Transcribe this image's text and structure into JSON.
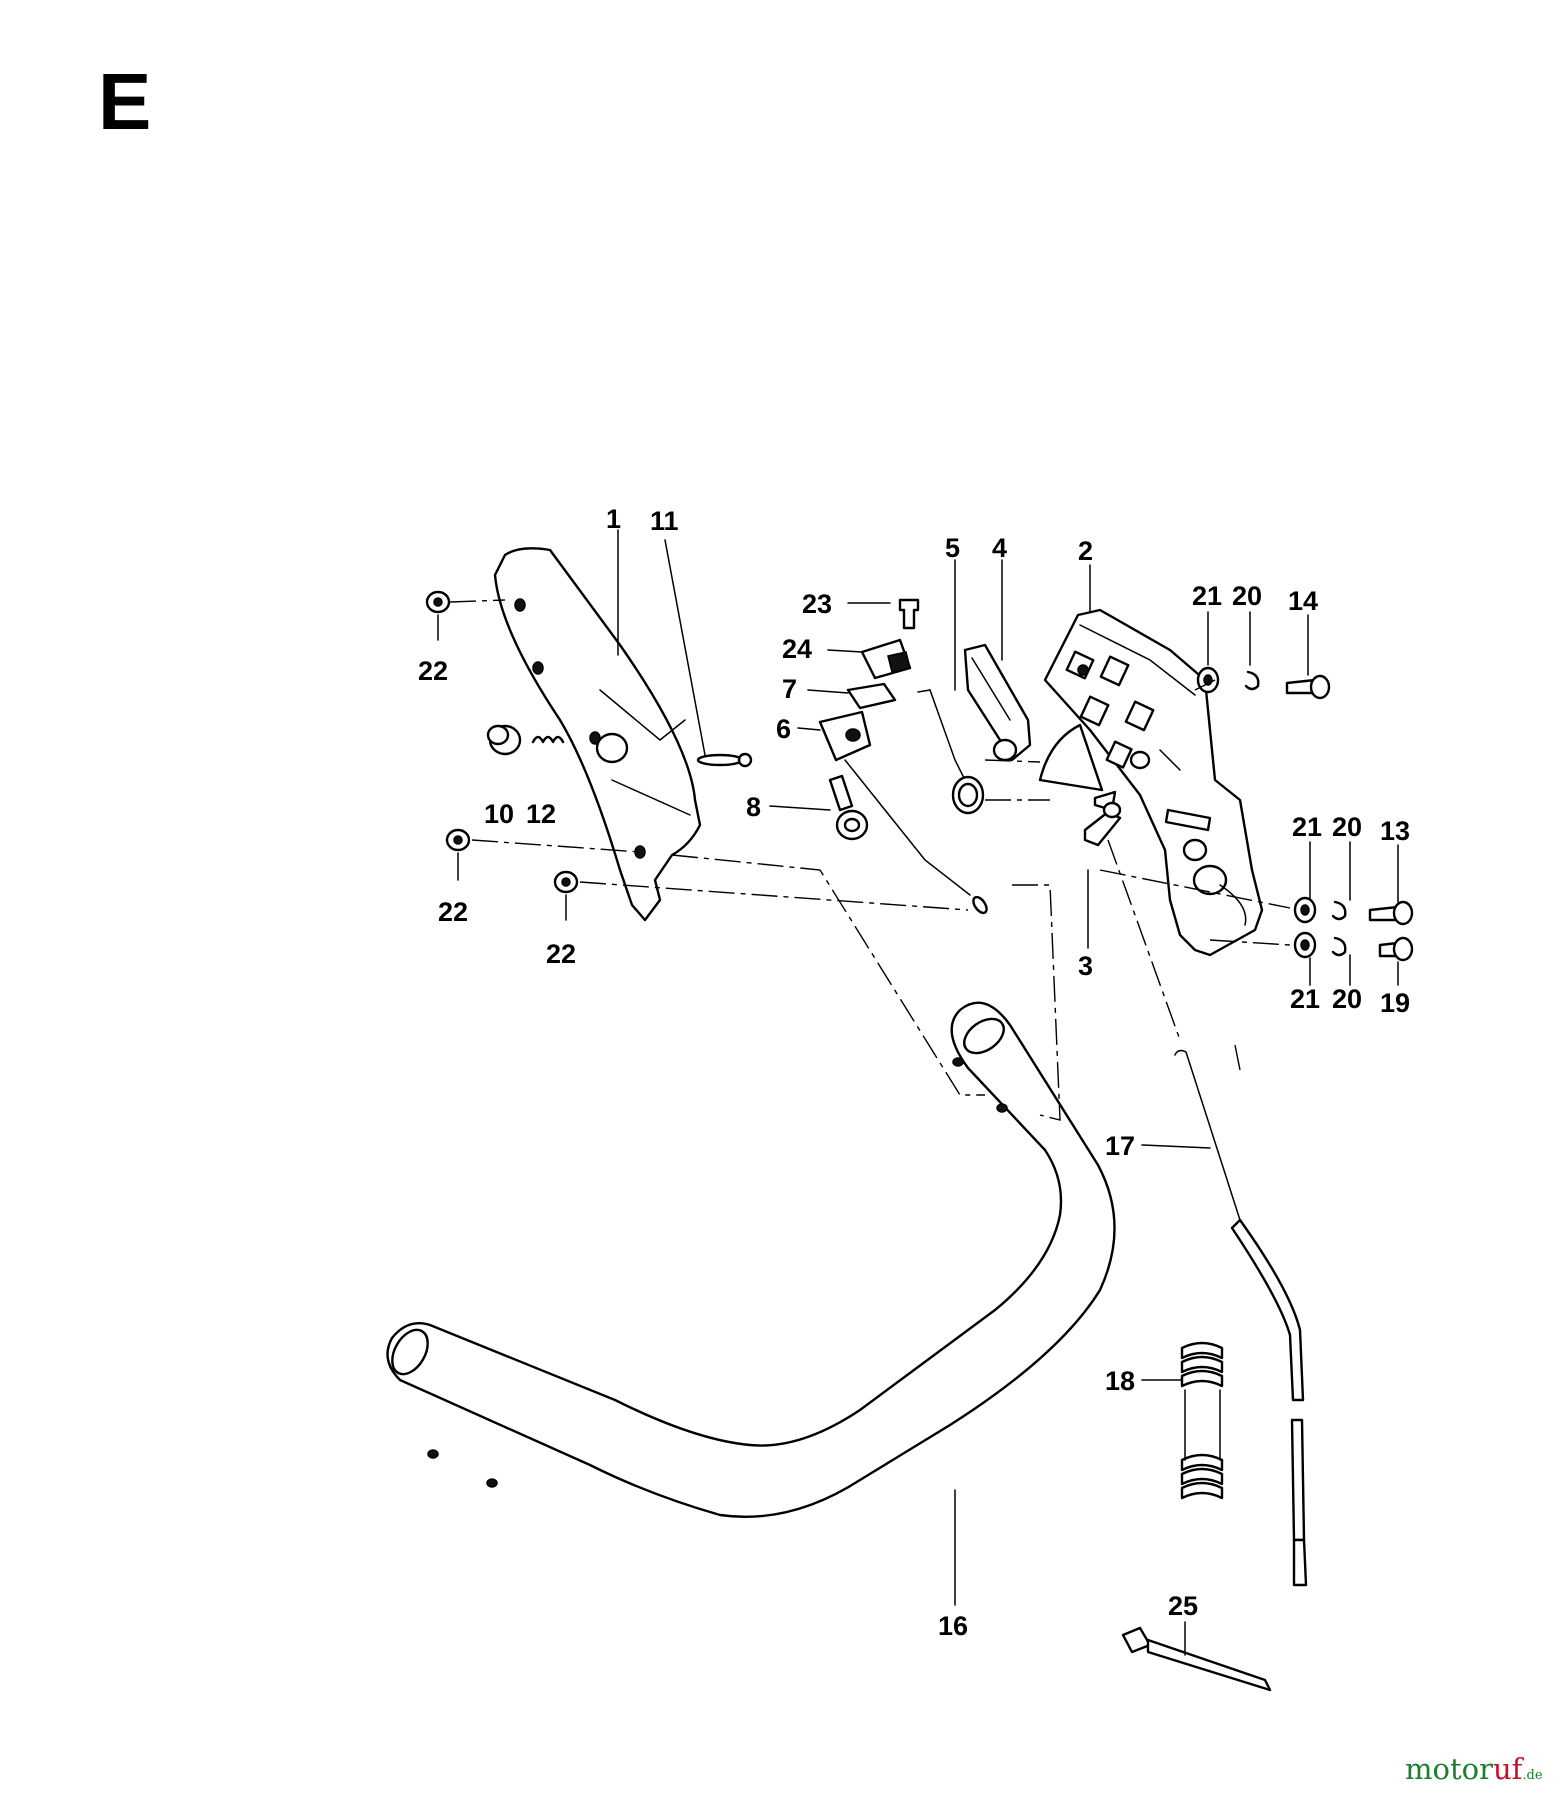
{
  "section_letter": "E",
  "watermark": {
    "part1": "motor",
    "part2": "uf",
    "part3": ".de"
  },
  "callouts": {
    "c1": "1",
    "c11": "11",
    "c5": "5",
    "c4": "4",
    "c2": "2",
    "c23": "23",
    "c24": "24",
    "c7": "7",
    "c6": "6",
    "c8": "8",
    "c10": "10",
    "c12": "12",
    "c22a": "22",
    "c22b": "22",
    "c22c": "22",
    "c21a": "21",
    "c20a": "20",
    "c14": "14",
    "c21b": "21",
    "c20b": "20",
    "c13": "13",
    "c21c": "21",
    "c20c": "20",
    "c19": "19",
    "c3": "3",
    "c17": "17",
    "c18": "18",
    "c16": "16",
    "c25": "25"
  }
}
